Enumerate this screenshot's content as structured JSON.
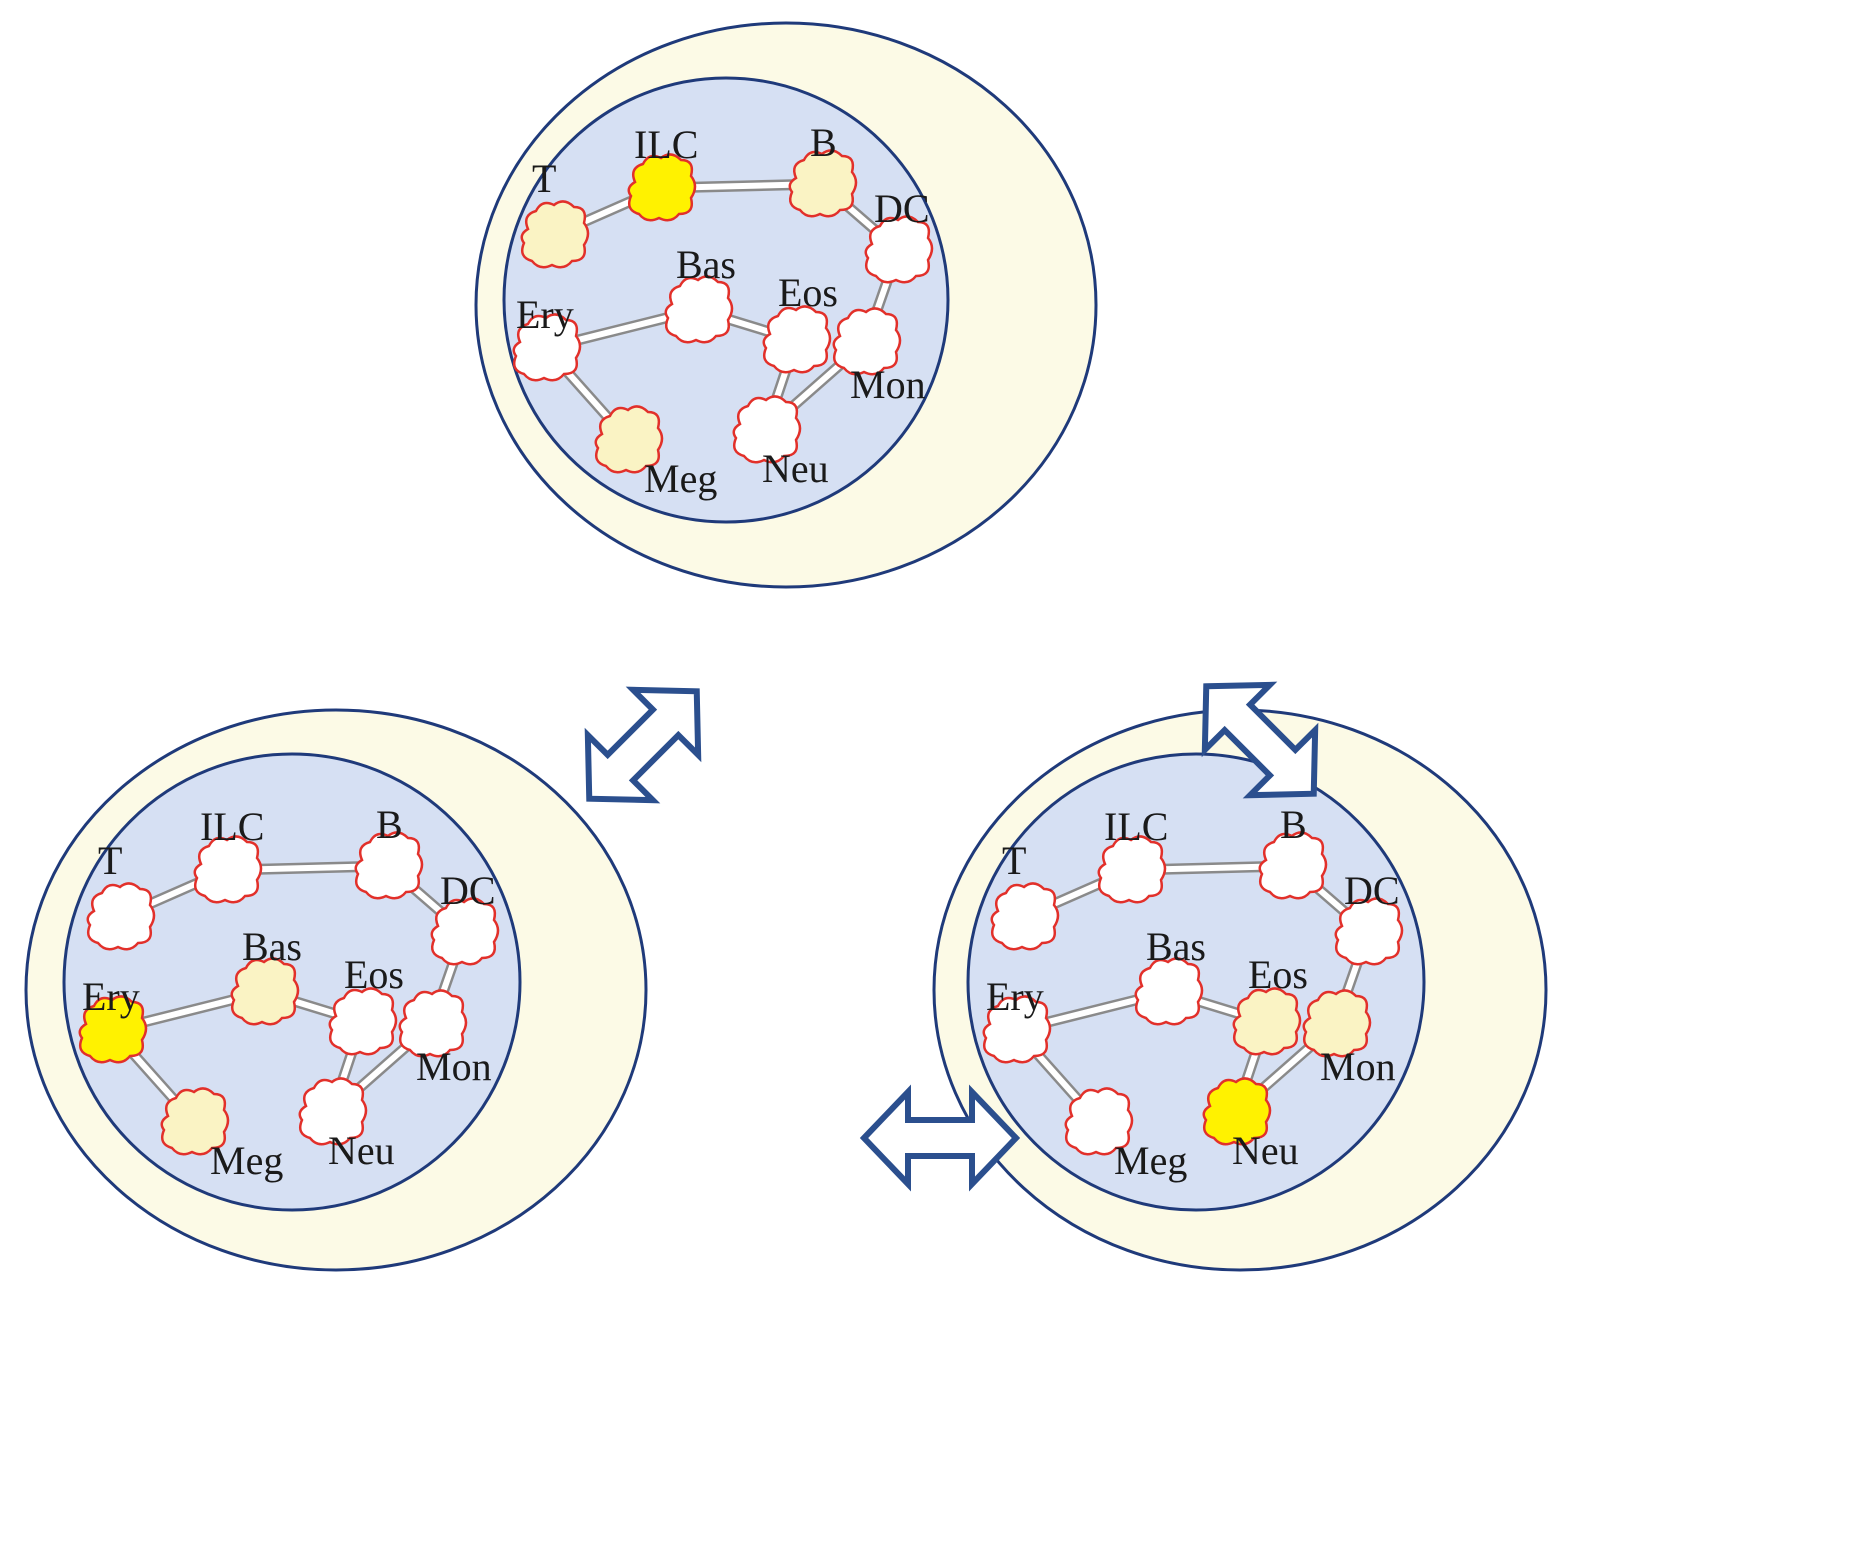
{
  "colors": {
    "outer_ring_fill": "#fcfae6",
    "outer_ring_stroke": "#1f3a7a",
    "inner_disc_fill": "#d6e0f3",
    "cell_outline": "#e2302a",
    "cell_fill_plain": "#ffffff",
    "cell_fill_light": "#faf3c4",
    "cell_fill_active": "#fff200",
    "link_color": "#8a8a8a",
    "arrow_stroke": "#2b4f8e"
  },
  "cell_labels": {
    "T": "T",
    "ILC": "ILC",
    "B": "B",
    "DC": "DC",
    "Bas": "Bas",
    "Eos": "Eos",
    "Ery": "Ery",
    "Mon": "Mon",
    "Meg": "Meg",
    "Neu": "Neu"
  },
  "links": [
    [
      "T",
      "ILC"
    ],
    [
      "ILC",
      "B"
    ],
    [
      "B",
      "DC"
    ],
    [
      "DC",
      "Mon"
    ],
    [
      "Mon",
      "Neu"
    ],
    [
      "Neu",
      "Eos"
    ],
    [
      "Eos",
      "Bas"
    ],
    [
      "Bas",
      "Ery"
    ],
    [
      "Ery",
      "Meg"
    ]
  ],
  "niches": [
    {
      "id": "top",
      "cells": {
        "T": "light",
        "ILC": "active",
        "B": "light",
        "DC": "plain",
        "Bas": "plain",
        "Eos": "plain",
        "Ery": "plain",
        "Mon": "plain",
        "Meg": "light",
        "Neu": "plain"
      }
    },
    {
      "id": "bottom-left",
      "cells": {
        "T": "plain",
        "ILC": "plain",
        "B": "plain",
        "DC": "plain",
        "Bas": "light",
        "Eos": "plain",
        "Ery": "active",
        "Mon": "plain",
        "Meg": "light",
        "Neu": "plain"
      }
    },
    {
      "id": "bottom-right",
      "cells": {
        "T": "plain",
        "ILC": "plain",
        "B": "plain",
        "DC": "plain",
        "Bas": "plain",
        "Eos": "light",
        "Ery": "plain",
        "Mon": "light",
        "Meg": "plain",
        "Neu": "active"
      }
    }
  ],
  "arrows": [
    {
      "id": "top-left",
      "connects": [
        "bottom-left",
        "top"
      ]
    },
    {
      "id": "top-right",
      "connects": [
        "top",
        "bottom-right"
      ]
    },
    {
      "id": "bottom-horizontal",
      "connects": [
        "bottom-left",
        "bottom-right"
      ]
    }
  ]
}
